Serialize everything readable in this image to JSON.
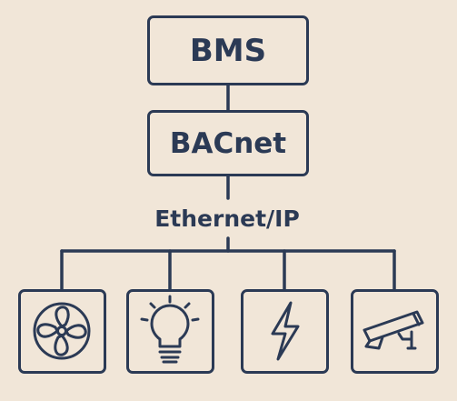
{
  "colors": {
    "background": "#f1e6d8",
    "stroke": "#2b3a55"
  },
  "nodes": {
    "bms": "BMS",
    "bacnet": "BACnet"
  },
  "network_label": "Ethernet/IP",
  "devices": [
    {
      "icon": "fan-icon"
    },
    {
      "icon": "light-bulb-icon"
    },
    {
      "icon": "lightning-bolt-icon"
    },
    {
      "icon": "security-camera-icon"
    }
  ]
}
